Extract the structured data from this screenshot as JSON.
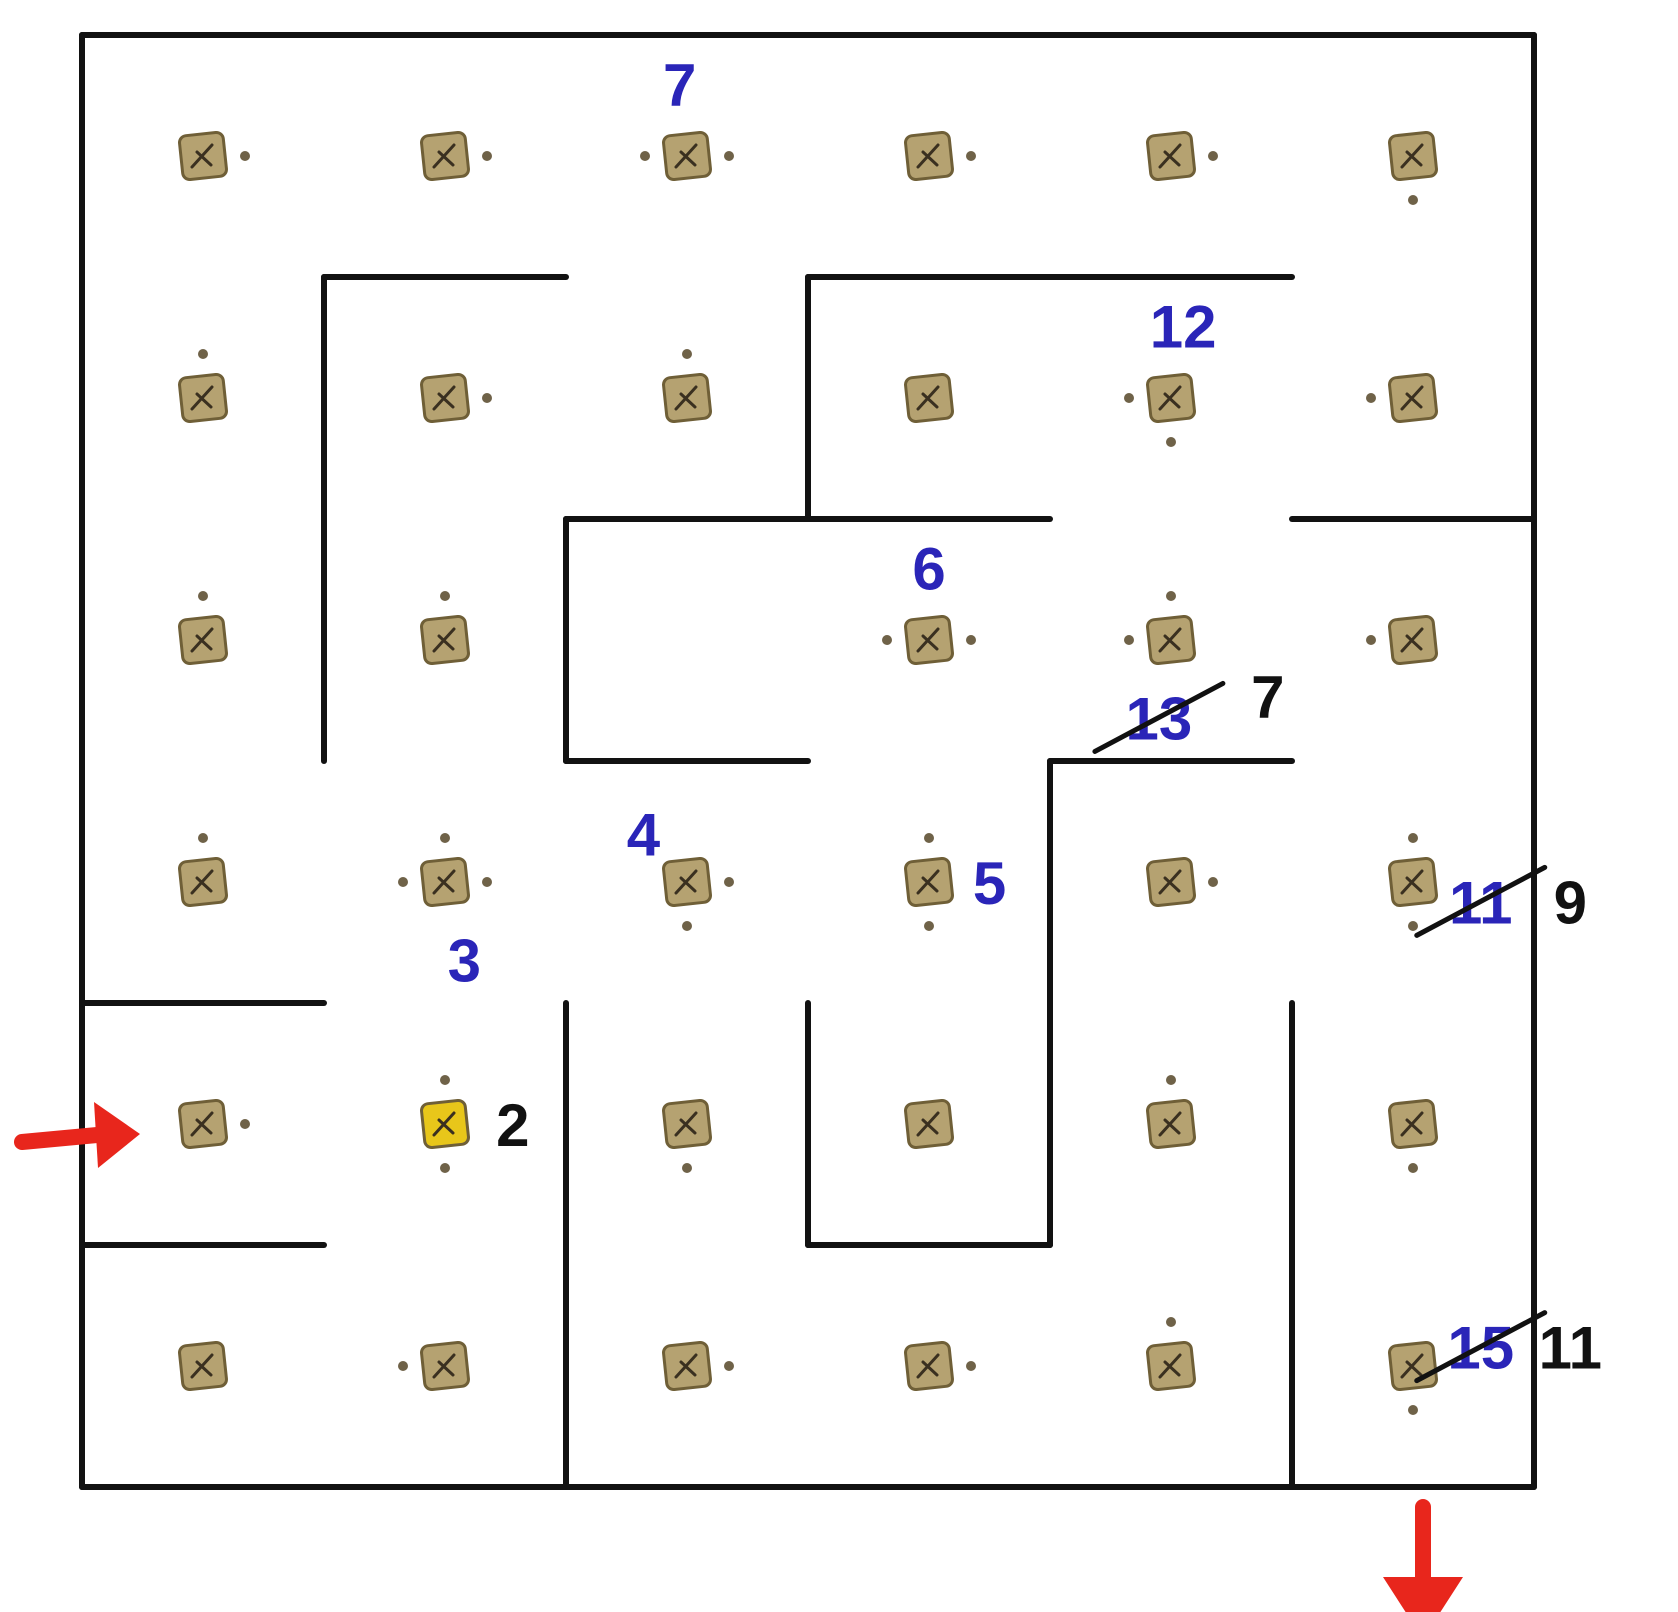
{
  "colors": {
    "wall": "#121212",
    "tile": "#b5a271",
    "tile_outline": "#6f5f37",
    "tile_glyph": "#3a3020",
    "dot": "#6f6248",
    "tile_highlight": "#e8c61a",
    "number_blue": "#2a25b8",
    "number_black": "#111111",
    "arrow_red": "#e8261c"
  },
  "grid": {
    "cols": 6,
    "rows": 6
  },
  "tiles": [
    {
      "col": 0,
      "row": 0,
      "dots": [
        "e"
      ]
    },
    {
      "col": 1,
      "row": 0,
      "dots": [
        "e"
      ]
    },
    {
      "col": 2,
      "row": 0,
      "dots": [
        "w",
        "e"
      ]
    },
    {
      "col": 3,
      "row": 0,
      "dots": [
        "e"
      ]
    },
    {
      "col": 4,
      "row": 0,
      "dots": [
        "e"
      ]
    },
    {
      "col": 5,
      "row": 0,
      "dots": [
        "s"
      ]
    },
    {
      "col": 0,
      "row": 1,
      "dots": [
        "n"
      ]
    },
    {
      "col": 1,
      "row": 1,
      "dots": [
        "e"
      ]
    },
    {
      "col": 2,
      "row": 1,
      "dots": [
        "n"
      ]
    },
    {
      "col": 3,
      "row": 1,
      "dots": []
    },
    {
      "col": 4,
      "row": 1,
      "dots": [
        "w",
        "s"
      ]
    },
    {
      "col": 5,
      "row": 1,
      "dots": [
        "w"
      ]
    },
    {
      "col": 0,
      "row": 2,
      "dots": [
        "n"
      ]
    },
    {
      "col": 1,
      "row": 2,
      "dots": [
        "n"
      ]
    },
    {
      "col": 3,
      "row": 2,
      "dots": [
        "w",
        "e"
      ]
    },
    {
      "col": 4,
      "row": 2,
      "dots": [
        "w",
        "n"
      ]
    },
    {
      "col": 5,
      "row": 2,
      "dots": [
        "w"
      ]
    },
    {
      "col": 0,
      "row": 3,
      "dots": [
        "n"
      ]
    },
    {
      "col": 1,
      "row": 3,
      "dots": [
        "n",
        "w",
        "e"
      ]
    },
    {
      "col": 2,
      "row": 3,
      "dots": [
        "e",
        "s"
      ]
    },
    {
      "col": 3,
      "row": 3,
      "dots": [
        "n",
        "s"
      ]
    },
    {
      "col": 4,
      "row": 3,
      "dots": [
        "e"
      ]
    },
    {
      "col": 5,
      "row": 3,
      "dots": [
        "n",
        "s"
      ]
    },
    {
      "col": 0,
      "row": 4,
      "dots": [
        "e"
      ]
    },
    {
      "col": 1,
      "row": 4,
      "dots": [
        "n",
        "s"
      ],
      "highlight": true
    },
    {
      "col": 2,
      "row": 4,
      "dots": [
        "s"
      ]
    },
    {
      "col": 3,
      "row": 4,
      "dots": []
    },
    {
      "col": 4,
      "row": 4,
      "dots": [
        "n"
      ]
    },
    {
      "col": 5,
      "row": 4,
      "dots": [
        "s"
      ]
    },
    {
      "col": 0,
      "row": 5,
      "dots": []
    },
    {
      "col": 1,
      "row": 5,
      "dots": [
        "w"
      ]
    },
    {
      "col": 2,
      "row": 5,
      "dots": [
        "e"
      ]
    },
    {
      "col": 3,
      "row": 5,
      "dots": [
        "e"
      ]
    },
    {
      "col": 4,
      "row": 5,
      "dots": [
        "n"
      ]
    },
    {
      "col": 5,
      "row": 5,
      "dots": [
        "s"
      ]
    }
  ],
  "labels": [
    {
      "text": "7",
      "color": "blue",
      "col": 2,
      "row": 0,
      "dx": -0.03,
      "dy": -0.3,
      "struck": false
    },
    {
      "text": "12",
      "color": "blue",
      "col": 4,
      "row": 1,
      "dx": 0.05,
      "dy": -0.3,
      "struck": false
    },
    {
      "text": "6",
      "color": "blue",
      "col": 3,
      "row": 2,
      "dx": 0.0,
      "dy": -0.3,
      "struck": false
    },
    {
      "text": "13",
      "color": "blue",
      "col": 4,
      "row": 2,
      "dx": -0.05,
      "dy": 0.32,
      "struck": true
    },
    {
      "text": "7",
      "color": "black",
      "col": 4,
      "row": 2,
      "dx": 0.4,
      "dy": 0.23,
      "struck": false
    },
    {
      "text": "4",
      "color": "blue",
      "col": 2,
      "row": 3,
      "dx": -0.18,
      "dy": -0.2,
      "struck": false
    },
    {
      "text": "5",
      "color": "blue",
      "col": 3,
      "row": 3,
      "dx": 0.25,
      "dy": 0.0,
      "struck": false
    },
    {
      "text": "3",
      "color": "blue",
      "col": 1,
      "row": 3,
      "dx": 0.08,
      "dy": 0.32,
      "struck": false
    },
    {
      "text": "11",
      "color": "blue",
      "col": 5,
      "row": 3,
      "dx": 0.28,
      "dy": 0.08,
      "struck": true
    },
    {
      "text": "9",
      "color": "black",
      "col": 5,
      "row": 3,
      "dx": 0.65,
      "dy": 0.08,
      "struck": false
    },
    {
      "text": "2",
      "color": "black",
      "col": 1,
      "row": 4,
      "dx": 0.28,
      "dy": 0.0,
      "struck": false
    },
    {
      "text": "15",
      "color": "blue",
      "col": 5,
      "row": 5,
      "dx": 0.28,
      "dy": -0.08,
      "struck": true
    },
    {
      "text": "11",
      "color": "black",
      "col": 5,
      "row": 5,
      "dx": 0.65,
      "dy": -0.08,
      "struck": false
    }
  ],
  "walls": [
    [
      0,
      0,
      6,
      0
    ],
    [
      6,
      0,
      6,
      2
    ],
    [
      6,
      2,
      6,
      6
    ],
    [
      0,
      0,
      0,
      6
    ],
    [
      0,
      6,
      6,
      6
    ],
    [
      1,
      1,
      2,
      1
    ],
    [
      1,
      1,
      1,
      3
    ],
    [
      3,
      1,
      5,
      1
    ],
    [
      3,
      1,
      3,
      2
    ],
    [
      2,
      2,
      4,
      2
    ],
    [
      5,
      2,
      6,
      2
    ],
    [
      2,
      2,
      2,
      3
    ],
    [
      2,
      3,
      3,
      3
    ],
    [
      4,
      3,
      5,
      3
    ],
    [
      4,
      3,
      4,
      5
    ],
    [
      0,
      4,
      1,
      4
    ],
    [
      0,
      5,
      1,
      5
    ],
    [
      2,
      4,
      2,
      6
    ],
    [
      3,
      4,
      3,
      5
    ],
    [
      3,
      5,
      4,
      5
    ],
    [
      5,
      4,
      5,
      6
    ]
  ],
  "arrows": [
    {
      "name": "entrance-arrow",
      "col": 0,
      "row": 4,
      "dir": "right"
    },
    {
      "name": "exit-arrow",
      "col": 5,
      "row": 6,
      "dir": "down"
    }
  ]
}
